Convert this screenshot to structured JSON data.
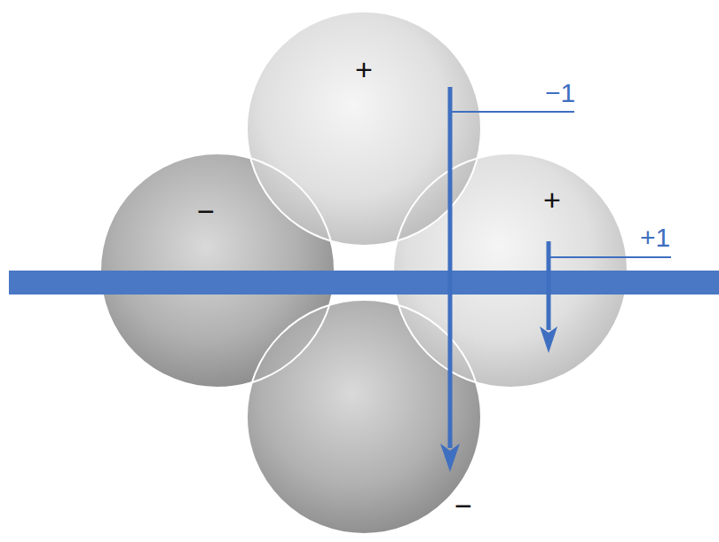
{
  "diagram": {
    "labels": [
      "+",
      "−1",
      "−",
      "+",
      "+1",
      "−"
    ]
  }
}
